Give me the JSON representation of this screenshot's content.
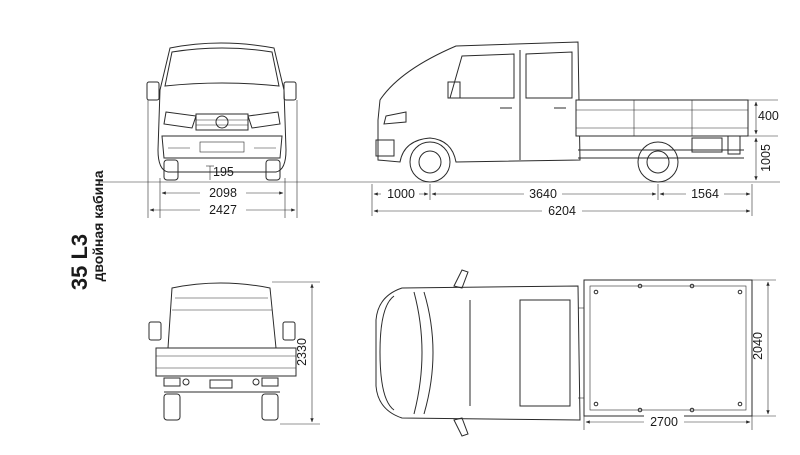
{
  "title": {
    "model": "35 L3",
    "cab_type": "двойная кабина"
  },
  "dimensions": {
    "ground_clearance": "195",
    "track_width": "2098",
    "front_overall_width": "2427",
    "front_overhang": "1000",
    "wheelbase": "3640",
    "rear_overhang": "1564",
    "overall_length": "6204",
    "side_height": "400",
    "platform_height": "1005",
    "overall_height": "2330",
    "platform_width": "2040",
    "platform_length": "2700"
  }
}
